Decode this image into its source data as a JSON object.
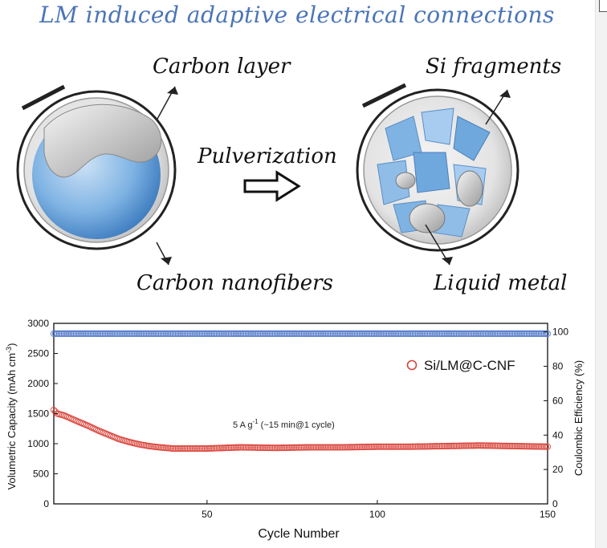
{
  "title": "LM induced adaptive electrical connections",
  "labels": {
    "carbon_layer": "Carbon layer",
    "si_fragments": "Si fragments",
    "pulverization": "Pulverization",
    "carbon_nanofibers": "Carbon nanofibers",
    "liquid_metal": "Liquid metal"
  },
  "colors": {
    "title": "#4a74b8",
    "si_blue": "#6fa8dc",
    "ce_series": "#4f76c8",
    "capacity_series": "#d9443b"
  },
  "chart_data": {
    "type": "scatter",
    "xlabel": "Cycle Number",
    "ylabel": "Volumetric Capacity (mAh cm",
    "ylabel_sup": "-3",
    "ylabel_end": ")",
    "y2label": "Coulombic Efficiency (%)",
    "xlim": [
      5,
      150
    ],
    "ylim": [
      0,
      3000
    ],
    "y2lim": [
      0,
      105
    ],
    "xticks": [
      50,
      100,
      150
    ],
    "yticks": [
      0,
      500,
      1000,
      1500,
      2000,
      2500,
      3000
    ],
    "y2ticks": [
      0,
      20,
      40,
      60,
      80,
      100
    ],
    "legend": "right",
    "annotation": "5 A g",
    "annotation_sup": "-1",
    "annotation_tail": " (~15 min@1 cycle)",
    "series": [
      {
        "name": "Si/LM@C-CNF",
        "axis": "left",
        "x": [
          5,
          6,
          8,
          10,
          12,
          15,
          18,
          21,
          24,
          27,
          30,
          33,
          36,
          40,
          45,
          50,
          55,
          60,
          70,
          80,
          90,
          100,
          110,
          120,
          130,
          140,
          150
        ],
        "y": [
          1560,
          1500,
          1470,
          1420,
          1370,
          1300,
          1220,
          1150,
          1080,
          1030,
          990,
          960,
          940,
          920,
          920,
          920,
          930,
          940,
          930,
          940,
          940,
          950,
          950,
          960,
          970,
          960,
          950
        ]
      },
      {
        "name": "",
        "axis": "right",
        "x": [
          5,
          150
        ],
        "y": [
          99,
          99
        ]
      }
    ]
  }
}
